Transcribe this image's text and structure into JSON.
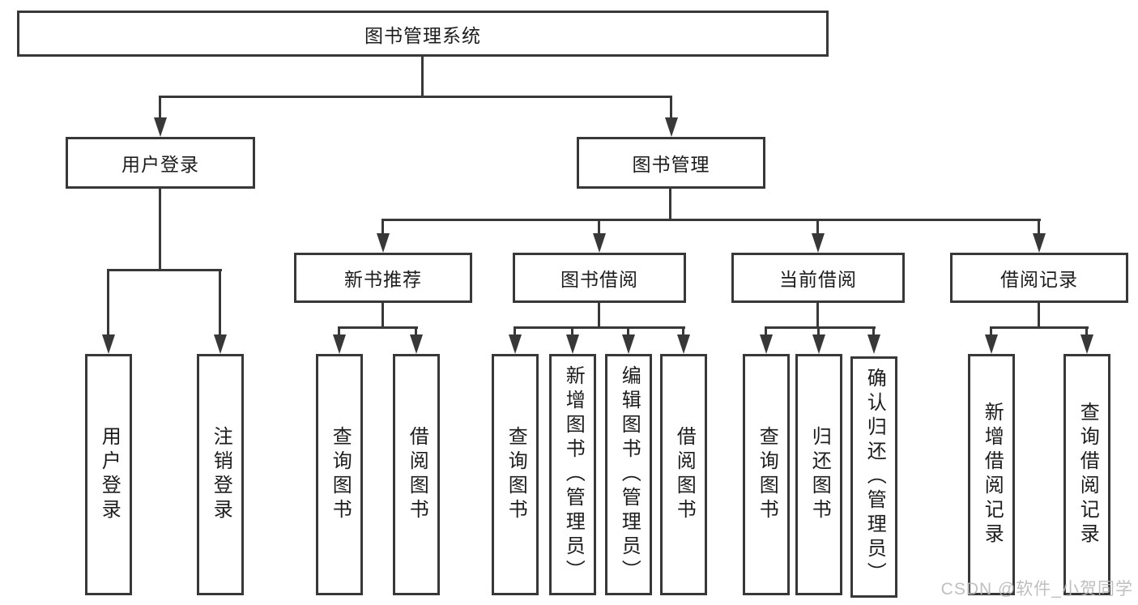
{
  "colors": {
    "line": "#383838",
    "text": "#1c1c1c",
    "box_bg": "#ffffff",
    "background": "#ffffff",
    "watermark": "#b9b9b9"
  },
  "watermark": {
    "text": "CSDN @软件_小贺同学"
  },
  "diagram": {
    "root": {
      "label": "图书管理系统"
    },
    "branches": [
      {
        "label": "用户登录",
        "children": [
          {
            "label": "用户登录"
          },
          {
            "label": "注销登录"
          }
        ]
      },
      {
        "label": "图书管理",
        "children": [
          {
            "label": "新书推荐",
            "children": [
              {
                "label": "查询图书"
              },
              {
                "label": "借阅图书"
              }
            ]
          },
          {
            "label": "图书借阅",
            "children": [
              {
                "label": "查询图书"
              },
              {
                "label": "新增图书（管理员）"
              },
              {
                "label": "编辑图书（管理员）"
              },
              {
                "label": "借阅图书"
              }
            ]
          },
          {
            "label": "当前借阅",
            "children": [
              {
                "label": "查询图书"
              },
              {
                "label": "归还图书"
              },
              {
                "label": "确认归还（管理员）"
              }
            ]
          },
          {
            "label": "借阅记录",
            "children": [
              {
                "label": "新增借阅记录"
              },
              {
                "label": "查询借阅记录"
              }
            ]
          }
        ]
      }
    ]
  }
}
